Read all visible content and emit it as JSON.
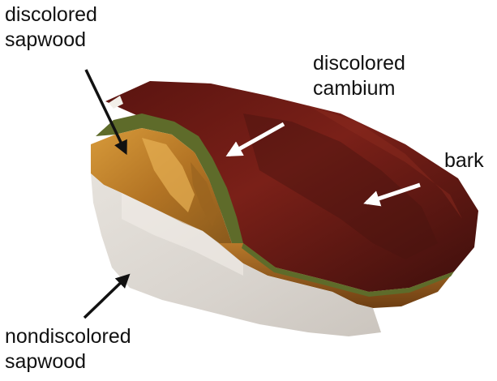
{
  "labels": {
    "discolored_sapwood": [
      "discolored",
      "sapwood"
    ],
    "discolored_cambium": [
      "discolored",
      "cambium"
    ],
    "bark": [
      "bark"
    ],
    "nondiscolored_sapwood": [
      "nondiscolored",
      "sapwood"
    ]
  },
  "colors": {
    "bark": "#6e1a14",
    "bark_dark": "#3a0e0c",
    "cambium": "#5e6b2a",
    "discolored_sapwood": "#c98a2c",
    "nondiscolored_sapwood": "#ddd8d2",
    "arrow_black": "#111111",
    "arrow_white": "#ffffff"
  }
}
